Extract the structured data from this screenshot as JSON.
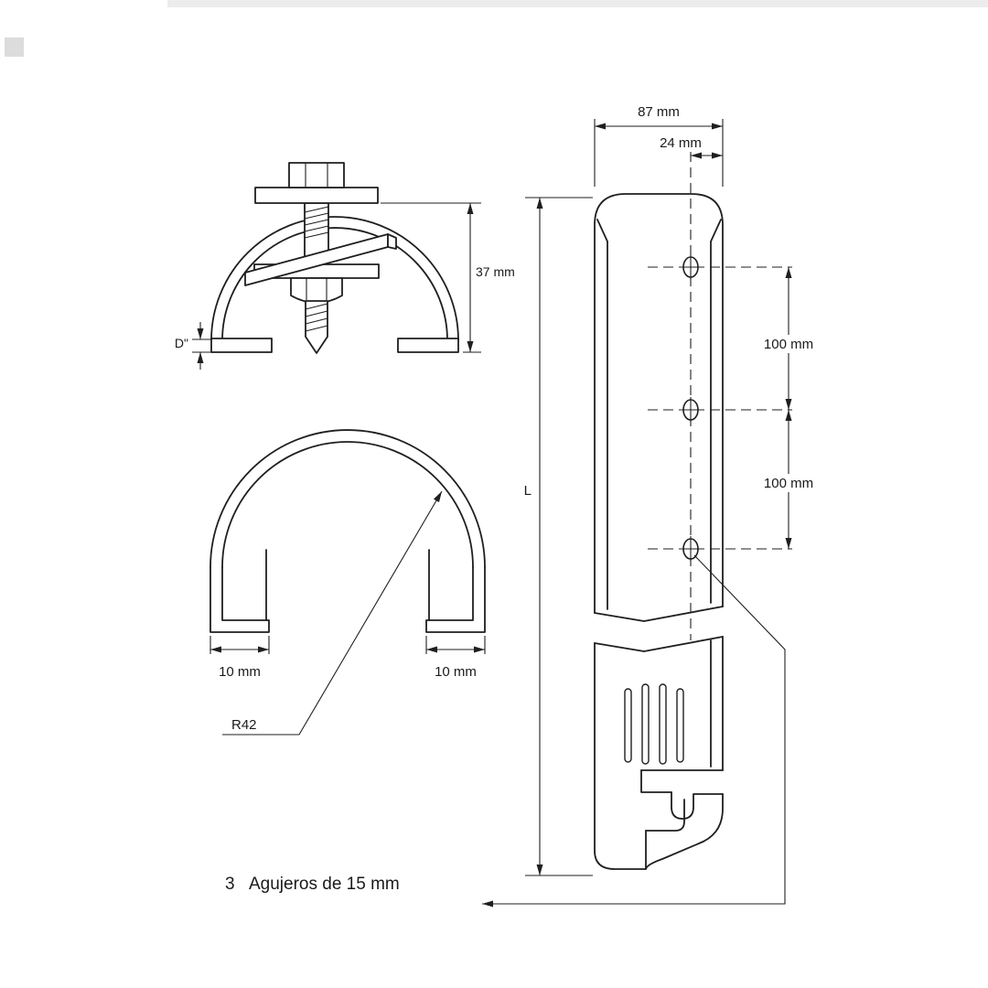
{
  "drawing": {
    "clamp_view": {
      "dim_height": "37 mm",
      "dim_flange": "D\""
    },
    "arch_view": {
      "foot_left": "10 mm",
      "foot_right": "10 mm",
      "radius": "R42"
    },
    "post_view": {
      "width": "87 mm",
      "hole_offset": "24 mm",
      "hole_spacing_1": "100 mm",
      "hole_spacing_2": "100 mm",
      "length": "L"
    },
    "note": {
      "count": "3",
      "text": "Agujeros de 15 mm"
    }
  },
  "colors": {
    "line": "#1f1f1f",
    "background": "#ffffff",
    "artifact_gray": "#ececec"
  }
}
